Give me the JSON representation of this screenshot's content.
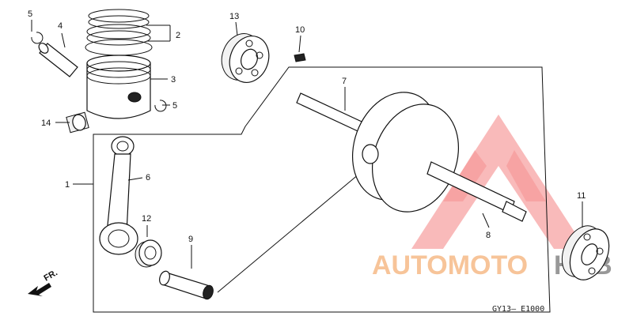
{
  "diagram": {
    "code": "GY13— E1000",
    "front_marker": "FR.",
    "parts": [
      {
        "num": "1"
      },
      {
        "num": "2"
      },
      {
        "num": "3"
      },
      {
        "num": "4"
      },
      {
        "num": "5"
      },
      {
        "num": "5"
      },
      {
        "num": "6"
      },
      {
        "num": "7"
      },
      {
        "num": "8"
      },
      {
        "num": "9"
      },
      {
        "num": "10"
      },
      {
        "num": "11"
      },
      {
        "num": "12"
      },
      {
        "num": "13"
      },
      {
        "num": "14"
      }
    ]
  },
  "watermark": {
    "brand": "AUTOMOTOHUB",
    "colors": {
      "triangle": "#f26b6b",
      "text": "#f5b27a",
      "text_dark": "#555555"
    }
  }
}
